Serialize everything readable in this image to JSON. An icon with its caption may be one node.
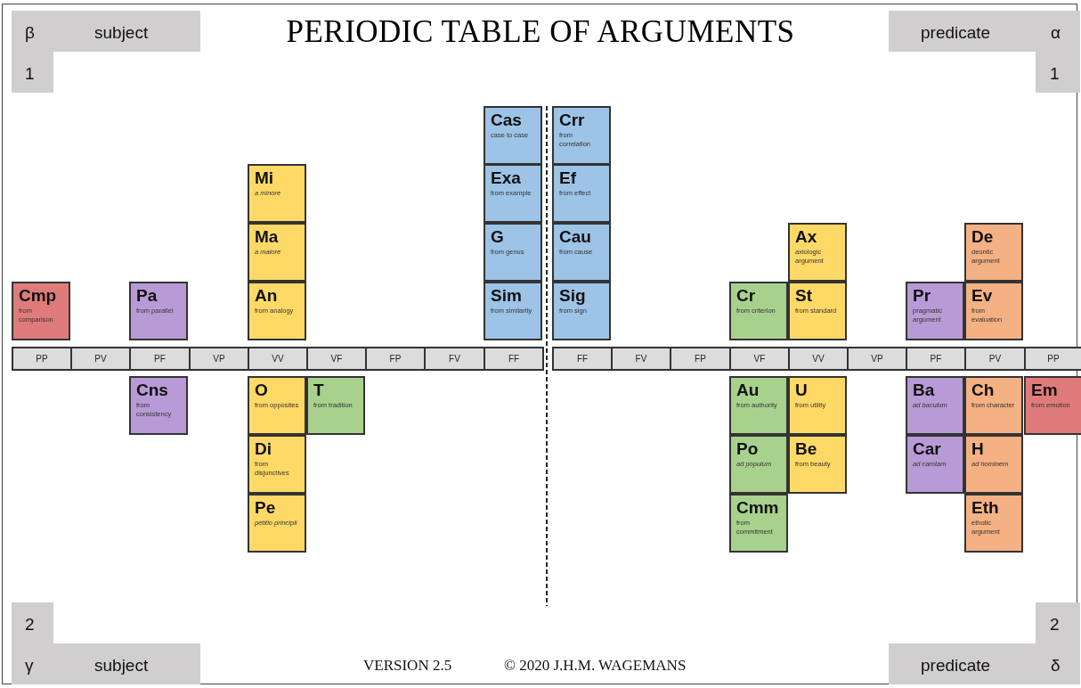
{
  "diagram": {
    "title": "PERIODIC TABLE OF ARGUMENTS",
    "nodes": [
      {
        "text": [
          "Cas",
          "case to case"
        ]
      },
      {
        "text": [
          "Crr",
          "from correlation"
        ]
      },
      {
        "text": [
          "Mi",
          "a minore"
        ]
      },
      {
        "text": [
          "Exa",
          "from example"
        ]
      },
      {
        "text": [
          "Ef",
          "from effect"
        ]
      },
      {
        "text": [
          "Ma",
          "a maiore"
        ]
      },
      {
        "text": [
          "G",
          "from genus"
        ]
      },
      {
        "text": [
          "Cau",
          "from cause"
        ]
      },
      {
        "text": [
          "Ax",
          "axiologic argument"
        ]
      },
      {
        "text": [
          "De",
          "deontic argument"
        ]
      },
      {
        "text": [
          "Cmp",
          "from comparison"
        ]
      },
      {
        "text": [
          "Pa",
          "from parallel"
        ]
      },
      {
        "text": [
          "An",
          "from analogy"
        ]
      },
      {
        "text": [
          "Sim",
          "from similarity"
        ]
      },
      {
        "text": [
          "Sig",
          "from sign"
        ]
      },
      {
        "text": [
          "Cr",
          "from criterion"
        ]
      },
      {
        "text": [
          "St",
          "from standard"
        ]
      },
      {
        "text": [
          "Pr",
          "pragmatic argument"
        ]
      },
      {
        "text": [
          "Ev",
          "from evaluation"
        ]
      },
      {
        "text": [
          "Cns",
          "from consistency"
        ]
      },
      {
        "text": [
          "O",
          "from opposites"
        ]
      },
      {
        "text": [
          "T",
          "from tradition"
        ]
      },
      {
        "text": [
          "Au",
          "from authority"
        ]
      },
      {
        "text": [
          "U",
          "from utility"
        ]
      },
      {
        "text": [
          "Ba",
          "ad baculum"
        ]
      },
      {
        "text": [
          "Ch",
          "from character"
        ]
      },
      {
        "text": [
          "Em",
          "from emotion"
        ]
      },
      {
        "text": [
          "Di",
          "from disjunctives"
        ]
      },
      {
        "text": [
          "Po",
          "ad populum"
        ]
      },
      {
        "text": [
          "Be",
          "from beauty"
        ]
      },
      {
        "text": [
          "Car",
          "ad carotam"
        ]
      },
      {
        "text": [
          "H",
          "ad hominem"
        ]
      },
      {
        "text": [
          "Pe",
          "petitio principii"
        ]
      },
      {
        "text": [
          "Cmm",
          "from commitment"
        ]
      },
      {
        "text": [
          "Eth",
          "ethotic argument"
        ]
      }
    ],
    "labels": [
      "β",
      "subject",
      "predicate",
      "α",
      "1",
      "1",
      "PP",
      "PV",
      "PF",
      "VP",
      "VV",
      "VF",
      "FP",
      "FV",
      "FF",
      "FF",
      "FV",
      "FP",
      "VF",
      "VV",
      "VP",
      "PF",
      "PV",
      "PP",
      "2",
      "2",
      "γ",
      "subject",
      "VERSION 2.5",
      "© 2020 J.H.M. WAGEMANS",
      "predicate",
      "δ"
    ]
  }
}
